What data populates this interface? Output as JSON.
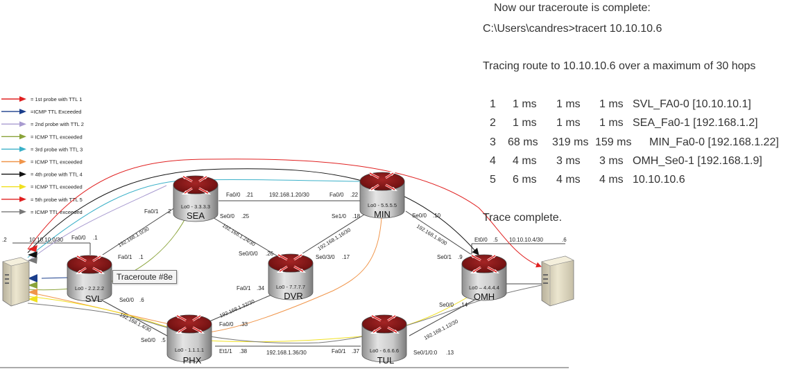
{
  "legend": [
    {
      "text": "= 1st probe with TTL 1",
      "color": "#e02020"
    },
    {
      "text": "=ICMP TTL Exceeded",
      "color": "#1a3e8c"
    },
    {
      "text": "= 2nd probe with TTL 2",
      "color": "#a89bd0"
    },
    {
      "text": "= ICMP TTL exceeded",
      "color": "#8aa33a"
    },
    {
      "text": "= 3rd probe with TTL 3",
      "color": "#3ab0c8"
    },
    {
      "text": "= ICMP TTL exceeded",
      "color": "#f0954a"
    },
    {
      "text": "= 4th probe with TTL 4",
      "color": "#111111"
    },
    {
      "text": "= ICMP TTL exceeded",
      "color": "#f0e020"
    },
    {
      "text": "= 5th probe with TTL 5",
      "color": "#e02020"
    },
    {
      "text": "= ICMP TTL exceeded",
      "color": "#777777"
    }
  ],
  "routers": {
    "sea": {
      "name": "SEA",
      "lo": "Lo0 - 3.3.3.3"
    },
    "min": {
      "name": "MIN",
      "lo": "Lo0 - 5.5.5.5"
    },
    "svl": {
      "name": "SVL",
      "lo": "Lo0 - 2.2.2.2"
    },
    "dvr": {
      "name": "DVR",
      "lo": "Lo0 - 7.7.7.7"
    },
    "omh": {
      "name": "OMH",
      "lo": "Lo0 – 4.4.4.4"
    },
    "phx": {
      "name": "PHX",
      "lo": "Lo0 - 1.1.1.1"
    },
    "tul": {
      "name": "TUL",
      "lo": "Lo0 - 6.6.6.6"
    }
  },
  "labels": {
    "l_left_2": ".2",
    "l_net_left": "10.10.10.0/30",
    "l_svl_fa00": "Fa0/0",
    "l_svl_fa00_ip": ".1",
    "l_sea_fa01": "Fa0/1",
    "l_sea_fa01_ip": ".2",
    "l_net_svl_sea": "192.168.1.0/30",
    "l_svl_fa01": "Fa0/1",
    "l_svl_fa01_ip": ".1",
    "l_sea_fa00": "Fa0/0",
    "l_sea_fa00_ip": ".21",
    "l_net_sea_min": "192.168.1.20/30",
    "l_min_fa00": "Fa0/0",
    "l_min_fa00_ip": ".22",
    "l_sea_se00": "Se0/0",
    "l_sea_se00_ip": ".25",
    "l_net_sea_dvr": "192.168.1.24/30",
    "l_dvr_se000": "Se0/0/0",
    "l_dvr_se000_ip": ".26",
    "l_min_se10": "Se1/0",
    "l_min_se10_ip": ".18",
    "l_net_min_dvr": "192.168.1.16/30",
    "l_dvr_se030": "Se0/3/0",
    "l_dvr_se030_ip": ".17",
    "l_min_se00": "Se0/0",
    "l_min_se00_ip": ".10",
    "l_net_min_omh": "192.168.1.8/30",
    "l_omh_se01": "Se0/1",
    "l_omh_se01_ip": ".9",
    "l_omh_et00": "Et0/0",
    "l_omh_et00_ip": ".5",
    "l_net_right": "10.10.10.4/30",
    "l_right_6": ".6",
    "l_dvr_fa01": "Fa0/1",
    "l_dvr_fa01_ip": ".34",
    "l_net_dvr_phx": "192.168.1.32/30",
    "l_phx_fa00": "Fa0/0",
    "l_phx_fa00_ip": ".33",
    "l_svl_se00": "Se0/0",
    "l_svl_se00_ip": ".6",
    "l_net_svl_phx": "192.168.1.4/30",
    "l_phx_se00": "Se0/0",
    "l_phx_se00_ip": ".5",
    "l_phx_et11": "Et1/1",
    "l_phx_et11_ip": ".38",
    "l_net_phx_tul": "192.168.1.36/30",
    "l_tul_fa01": "Fa0/1",
    "l_tul_fa01_ip": ".37",
    "l_omh_se00": "Se0/0",
    "l_omh_se00_ip": ".14",
    "l_net_tul_omh": "192.168.1.12/30",
    "l_tul_se010": "Se0/1/0:0",
    "l_tul_se010_ip": ".13"
  },
  "tooltip": "Traceroute #8e",
  "trace": {
    "intro": "Now our traceroute is complete:",
    "command": "C:\\Users\\candres>tracert 10.10.10.6",
    "header": "Tracing route to 10.10.10.6 over a maximum of 30 hops",
    "hops": [
      {
        "hop": "1",
        "t1": "1 ms",
        "t2": "1 ms",
        "t3": "1 ms",
        "host": "SVL_FA0-0 [10.10.10.1]"
      },
      {
        "hop": "2",
        "t1": "1 ms",
        "t2": "1 ms",
        "t3": "1 ms",
        "host": "SEA_Fa0-1 [192.168.1.2]"
      },
      {
        "hop": "3",
        "t1": "68 ms",
        "t2": "319 ms",
        "t3": "159 ms",
        "host": "MIN_Fa0-0 [192.168.1.22]"
      },
      {
        "hop": "4",
        "t1": "4 ms",
        "t2": "3 ms",
        "t3": "3 ms",
        "host": "OMH_Se0-1 [192.168.1.9]"
      },
      {
        "hop": "5",
        "t1": "6 ms",
        "t2": "4 ms",
        "t3": "4 ms",
        "host": "10.10.10.6"
      }
    ],
    "complete": "Trace complete."
  }
}
